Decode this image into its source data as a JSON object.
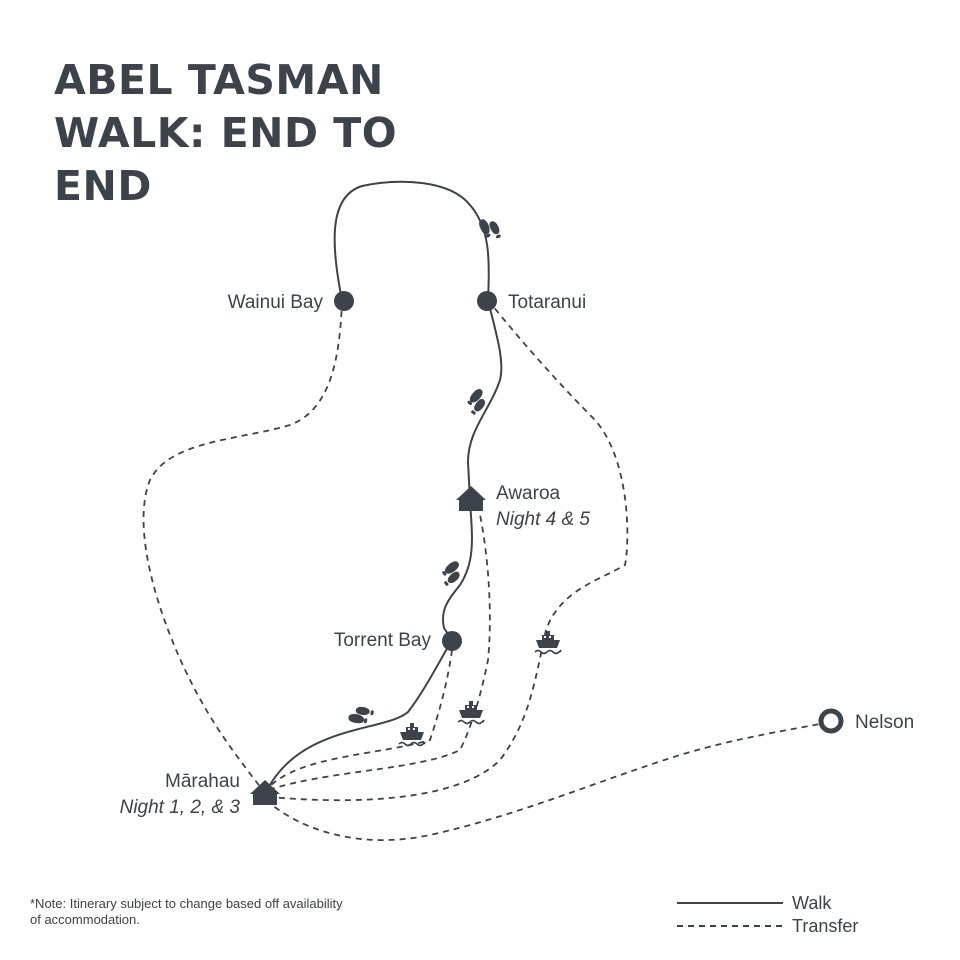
{
  "title": {
    "line1": "ABEL TASMAN",
    "line2": "WALK: END TO",
    "line3": "END"
  },
  "locations": {
    "wainui": "Wainui Bay",
    "totaranui": "Totaranui",
    "awaroa": "Awaroa",
    "awaroa_night": "Night 4 & 5",
    "torrent": "Torrent Bay",
    "marahau": "Mārahau",
    "marahau_night": "Night 1, 2, & 3",
    "nelson": "Nelson"
  },
  "legend": {
    "walk": "Walk",
    "transfer": "Transfer"
  },
  "note": "*Note: Itinerary  subject to change based off availability of accommodation.",
  "colors": {
    "ink": "#3d434a",
    "background": "#ffffff"
  },
  "icons": [
    "footprint-icon",
    "boat-icon",
    "house-icon",
    "location-dot-icon",
    "ring-marker-icon"
  ]
}
